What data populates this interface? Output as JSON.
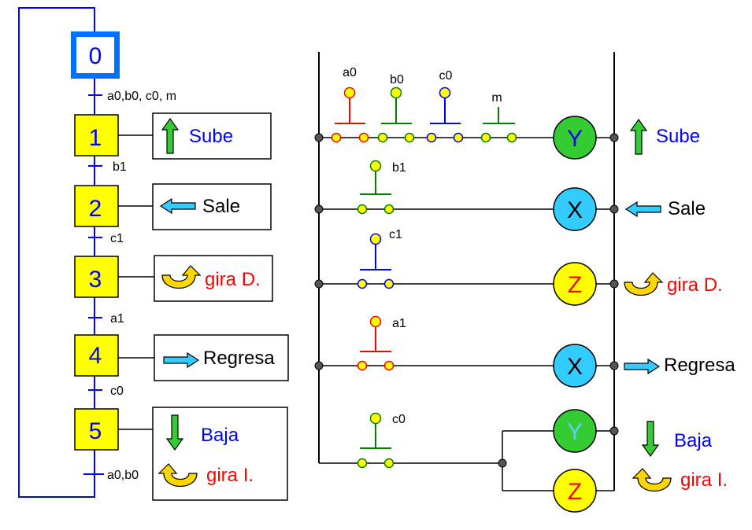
{
  "grafcet": {
    "initial_step": "0",
    "steps": [
      {
        "num": "1",
        "action": "Sube",
        "action_color": "#0000ff"
      },
      {
        "num": "2",
        "action": "Sale",
        "action_color": "#000000"
      },
      {
        "num": "3",
        "action": "gira D.",
        "action_color": "#ff0000"
      },
      {
        "num": "4",
        "action": "Regresa",
        "action_color": "#000000"
      },
      {
        "num": "5",
        "action": "Baja",
        "action_color": "#0000ff",
        "action2": "gira I.",
        "action2_color": "#ff0000"
      }
    ],
    "transitions": [
      "a0,b0, c0, m",
      "b1",
      "c1",
      "a1",
      "c0",
      "a0,b0"
    ]
  },
  "ladder": {
    "rung1": {
      "contacts": [
        "a0",
        "b0",
        "c0",
        "m"
      ],
      "coil": "Y",
      "action": "Sube"
    },
    "rung2": {
      "contacts": [
        "b1"
      ],
      "coil": "X",
      "action": "Sale"
    },
    "rung3": {
      "contacts": [
        "c1"
      ],
      "coil": "Z",
      "action": "gira D."
    },
    "rung4": {
      "contacts": [
        "a1"
      ],
      "coil": "X",
      "action": "Regresa"
    },
    "rung5": {
      "contacts": [
        "c0"
      ],
      "coil_a": "Y",
      "coil_b": "Z",
      "action_a": "Baja",
      "action_b": "gira I."
    }
  },
  "colors": {
    "step_fill": "#ffff00",
    "init_border": "#0070ff",
    "contact_red": "#ff0000",
    "contact_green": "#008000",
    "contact_blue": "#0000ff",
    "coil_green": "#33cc33",
    "coil_cyan": "#33ccff",
    "coil_yellow": "#ffff00",
    "arrow_green": "#33cc33",
    "arrow_cyan": "#33ccff",
    "arrow_yellow": "#ffd700"
  }
}
